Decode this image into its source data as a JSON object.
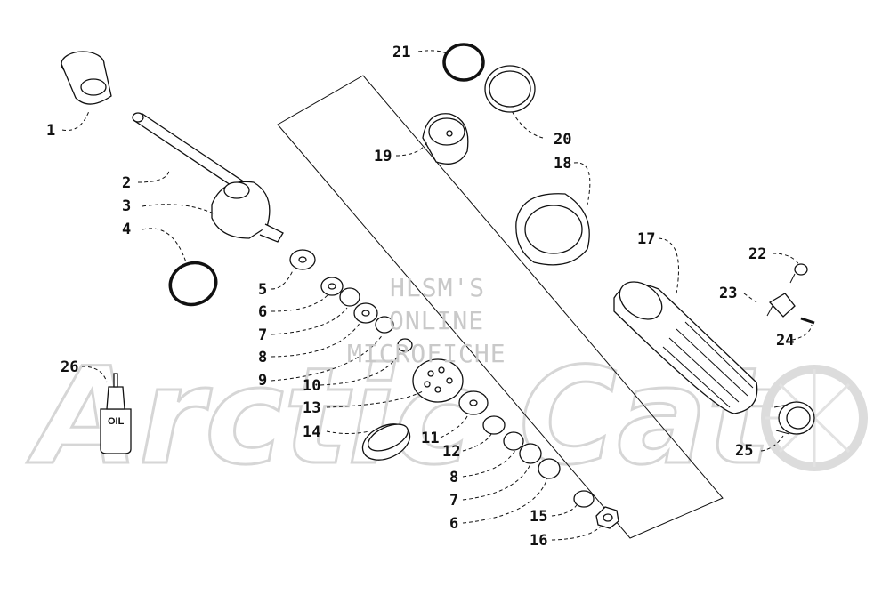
{
  "watermark": {
    "lines": [
      "HLSM'S",
      "ONLINE",
      "MICROFICHE"
    ],
    "logo_text": "Arctic Cat",
    "color": "#c9c9c9"
  },
  "oil_label": "OIL",
  "callouts": {
    "c1": "1",
    "c2": "2",
    "c3": "3",
    "c4": "4",
    "c5": "5",
    "c6a": "6",
    "c6b": "6",
    "c7a": "7",
    "c7b": "7",
    "c8a": "8",
    "c8b": "8",
    "c9": "9",
    "c10": "10",
    "c11": "11",
    "c12": "12",
    "c13": "13",
    "c14": "14",
    "c15": "15",
    "c16": "16",
    "c17": "17",
    "c18": "18",
    "c19": "19",
    "c20": "20",
    "c21": "21",
    "c22": "22",
    "c23": "23",
    "c24": "24",
    "c25": "25",
    "c26": "26"
  }
}
